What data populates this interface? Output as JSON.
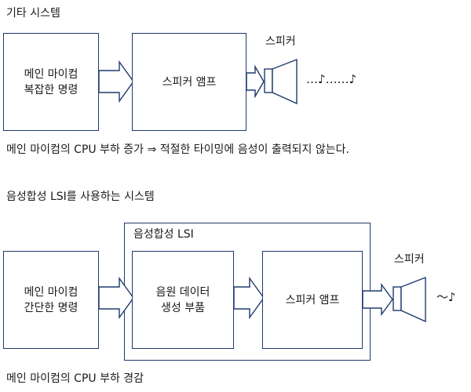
{
  "section1": {
    "title": "기타 시스템",
    "box_mcu": {
      "line1": "메인 마이컴",
      "line2": "복잡한 명령"
    },
    "box_amp": {
      "label": "스피커 앰프"
    },
    "speaker_label": "스피커",
    "sound": "…♪……♪",
    "caption": "메인 마이컴의 CPU 부하 증가 ⇒ 적절한 타이밍에 음성이 출력되지 않는다."
  },
  "section2": {
    "title": "음성합성 LSI를 사용하는 시스템",
    "lsi_label": "음성합성 LSI",
    "box_mcu": {
      "line1": "메인 마이컴",
      "line2": "간단한 명령"
    },
    "box_gen": {
      "line1": "음원 데이터",
      "line2": "생성 부품"
    },
    "box_amp": {
      "label": "스피커 앰프"
    },
    "speaker_label": "스피커",
    "sound": "～♪",
    "caption": "메인 마이컴의 CPU 부하 경감"
  },
  "colors": {
    "outline": "#1f3a6e",
    "text": "#1a1a1a"
  }
}
